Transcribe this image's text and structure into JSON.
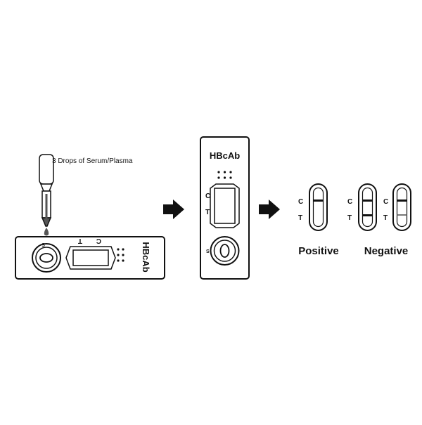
{
  "step1": {
    "instruction": "3 Drops of Serum/Plasma",
    "cassette_brand": "HBcAb",
    "label_c": "C",
    "label_t": "T",
    "label_s": "S"
  },
  "step2": {
    "cassette_brand": "HBcAb",
    "label_c": "C",
    "label_t": "T",
    "label_s": "S"
  },
  "results": {
    "positive_label": "Positive",
    "negative_label": "Negative",
    "label_c": "C",
    "label_t": "T"
  },
  "icons": [
    "dropper-icon",
    "arrow-right-icon"
  ],
  "colors": {
    "ink": "#111111",
    "window": "#ffffff",
    "sample": "#555555"
  }
}
